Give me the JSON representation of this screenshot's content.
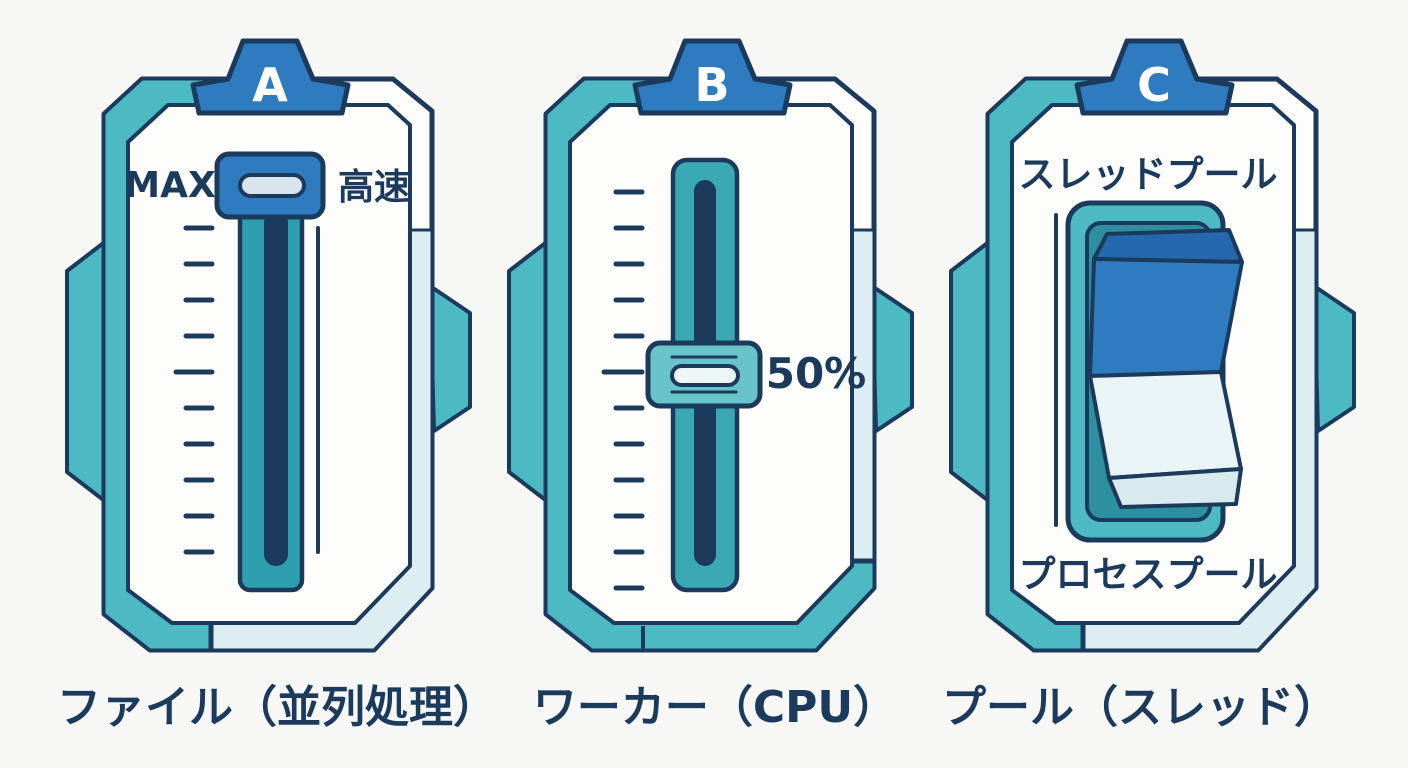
{
  "colors": {
    "background": "#f7f8f6",
    "outline_navy": "#1b3a5c",
    "accent_blue": "#2e7cbf",
    "accent_blue_dark": "#2469ad",
    "teal": "#4cb9c3",
    "teal_track": "#2e9fae",
    "teal_handle": "#68c4ca",
    "teal_switch_inner": "#2d8f9f",
    "pale_band": "#ddeef2",
    "pale_face": "#e9f4f6",
    "card_white": "#fdfdfc"
  },
  "panels": [
    {
      "tab_label": "A",
      "caption": "ファイル（並列処理）",
      "control": "vertical-slider",
      "slider": {
        "position": "max",
        "max_label": "MAX",
        "side_label": "高速",
        "tick_count": 10
      }
    },
    {
      "tab_label": "B",
      "caption": "ワーカー（CPU）",
      "control": "vertical-slider",
      "slider": {
        "position": "middle",
        "value_label": "50%",
        "tick_count": 12
      }
    },
    {
      "tab_label": "C",
      "caption": "プール（スレッド）",
      "control": "rocker-switch",
      "switch": {
        "top_label": "スレッドプール",
        "bottom_label": "プロセスプール",
        "selected": "スレッドプール"
      }
    }
  ]
}
